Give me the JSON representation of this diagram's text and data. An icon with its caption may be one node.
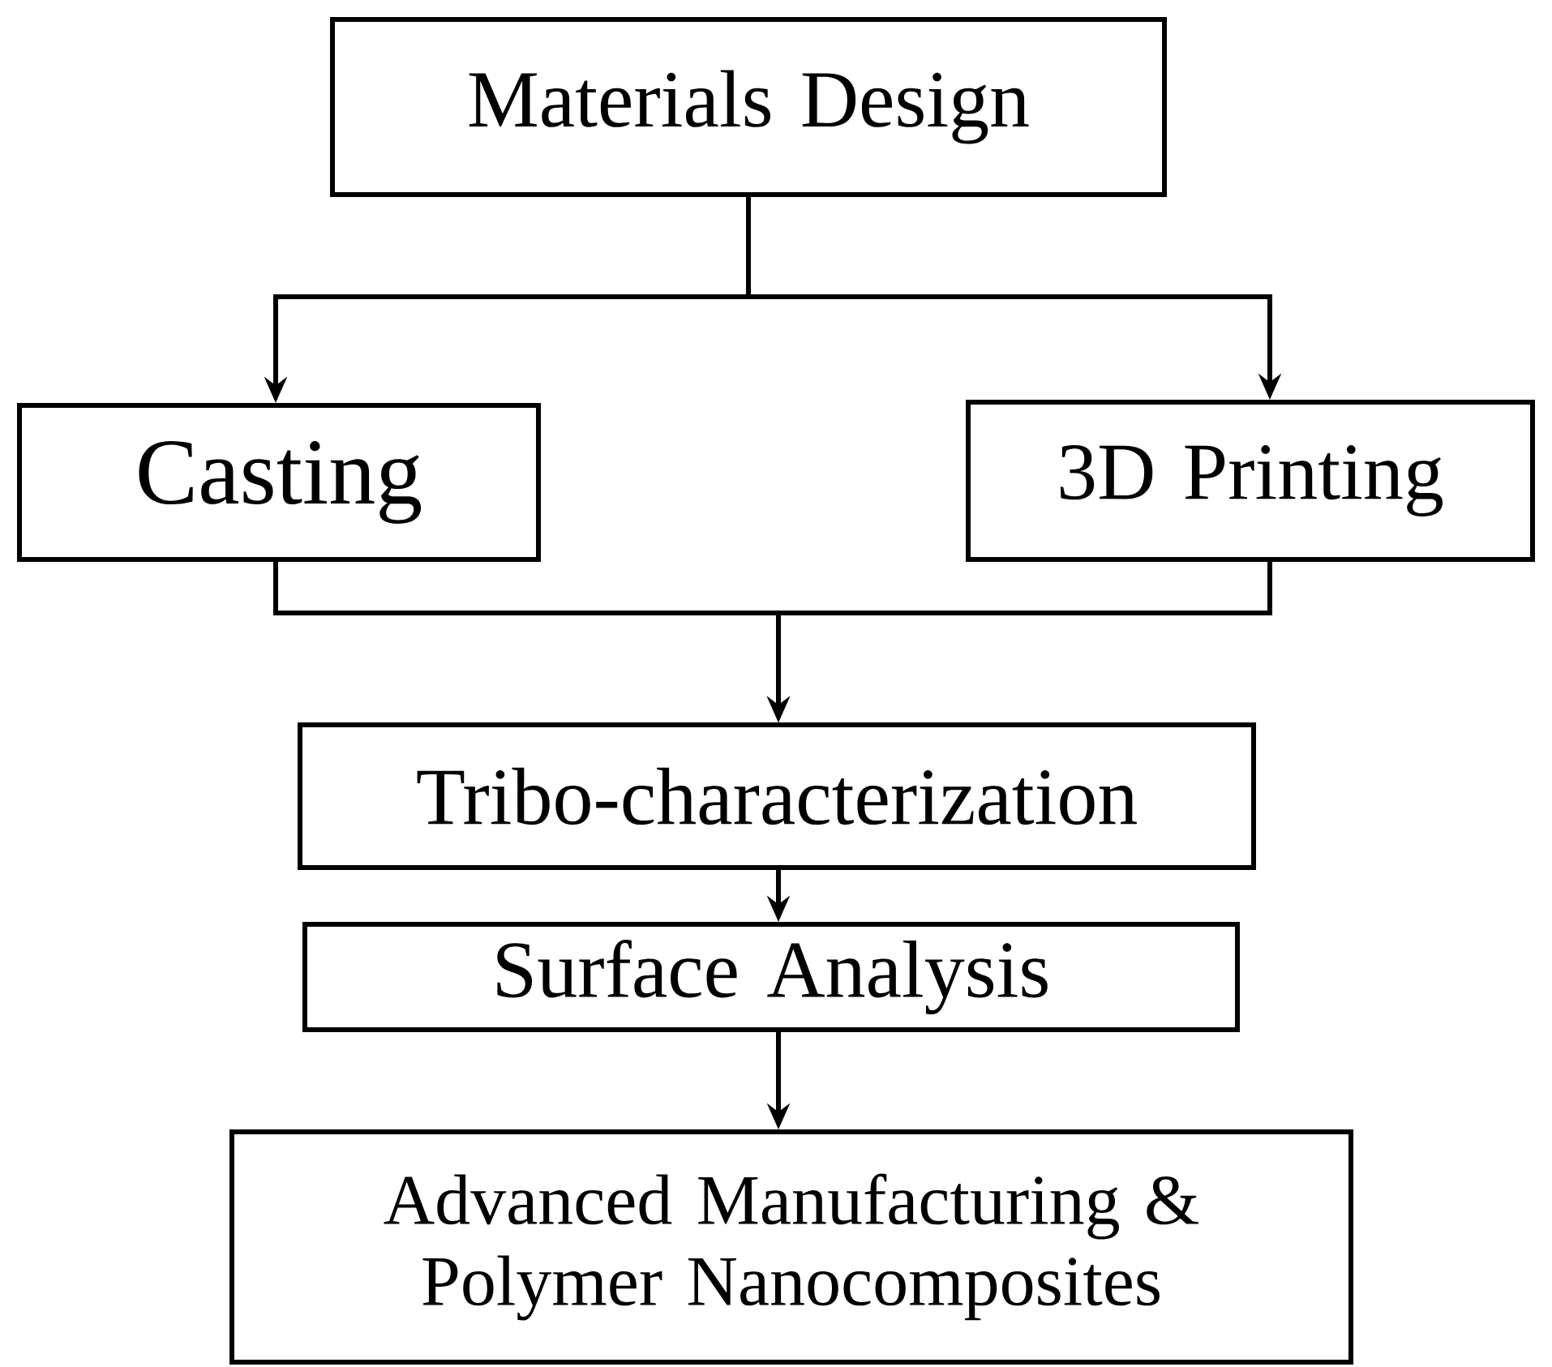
{
  "diagram": {
    "nodes": [
      {
        "text": [
          "Materials Design"
        ]
      },
      {
        "text": [
          "Casting"
        ]
      },
      {
        "text": [
          "3D Printing"
        ]
      },
      {
        "text": [
          "Tribo-characterization"
        ]
      },
      {
        "text": [
          "Surface Analysis"
        ]
      },
      {
        "text": [
          "Advanced Manufacturing & Polymer Nanocomposites"
        ]
      }
    ],
    "edges": [
      {
        "from": 0,
        "to": 1,
        "arrow": "to"
      },
      {
        "from": 0,
        "to": 2,
        "arrow": "to"
      },
      {
        "from": 1,
        "to": 3,
        "arrow": "to"
      },
      {
        "from": 2,
        "to": 3,
        "arrow": "to"
      },
      {
        "from": 3,
        "to": 4,
        "arrow": "to"
      },
      {
        "from": 4,
        "to": 5,
        "arrow": "to"
      }
    ]
  }
}
